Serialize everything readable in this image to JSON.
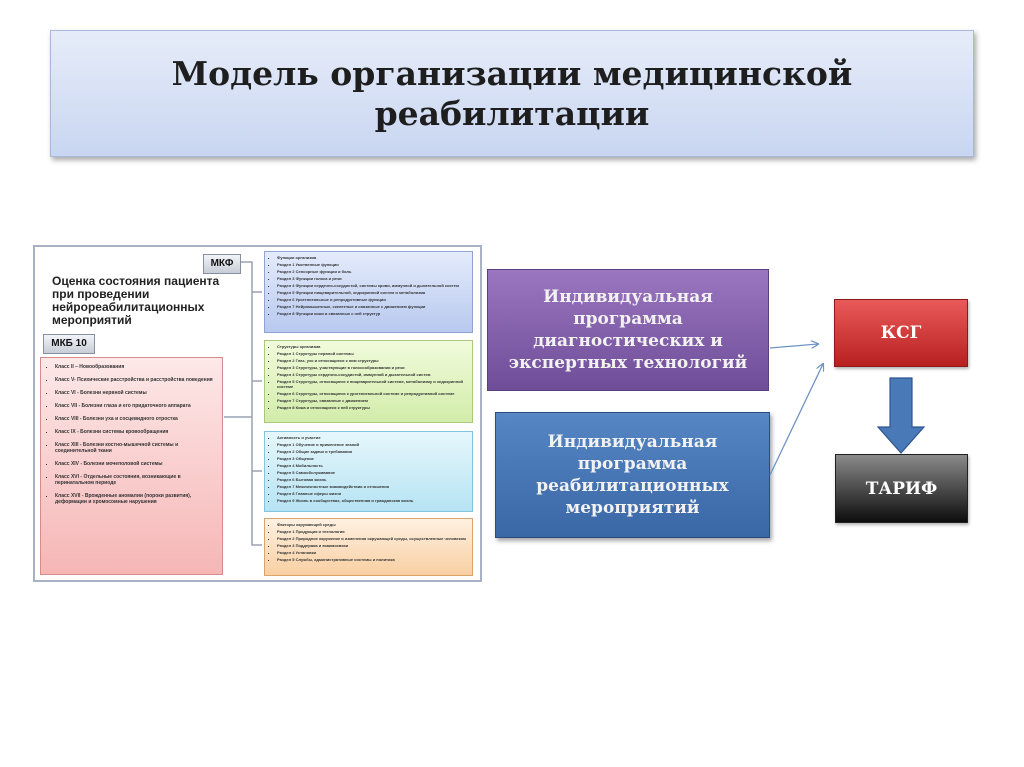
{
  "title": "Модель организации медицинской реабилитации",
  "assessment_text": "Оценка состояния пациента при проведении нейрореабилитационных мероприятий",
  "tags": {
    "mkf": "МКФ",
    "mkb": "МКБ 10"
  },
  "mkb_classes": [
    "Класс II – Новообразования",
    "Класс V- Психические расстройства и расстройства поведения",
    "Класс VI - Болезни нервной системы",
    "Класс VII - Болезни глаза и его придаточного аппарата",
    "Класс VIII - Болезни уха и сосцевидного отростка",
    "Класс IX - Болезни системы кровообращения",
    "Класс XIII - Болезни костно-мышечной системы и соединительной ткани",
    "Класс XIV - Болезни мочеполовой системы",
    "Класс XVI - Отдельные состояния, возникающие в перинатальном периоде",
    "Класс XVII - Врожденные аномалии (пороки развития), деформации и хромосомные нарушения"
  ],
  "categories": [
    {
      "items": [
        "Функции организма",
        "Раздел 1 Умственные функции",
        "Раздел 2 Сенсорные функции и боль",
        "Раздел 3 Функции голоса и речи",
        "Раздел 4 Функции сердечно-сосудистой, системы крови, иммунной и дыхательной систем",
        "Раздел 5 Функции пищеварительной, эндокринной систем и метаболизма",
        "Раздел 6 Урогенитальные и репродуктивные функции",
        "Раздел 7 Нейромышечные, скелетные и связанные с движением функции",
        "Раздел 8 Функции кожи и связанных с ней структур"
      ]
    },
    {
      "items": [
        "Структуры организма",
        "Раздел 1 Структуры нервной системы",
        "Раздел 2 Глаз, ухо и относящиеся к ним структуры",
        "Раздел 3 Структуры, участвующие в голосообразовании и речи",
        "Раздел 4 Структуры сердечно-сосудистой, иммунной и дыхательной систем",
        "Раздел 5 Структуры, относящиеся к пищеварительной системе, метаболизму и эндокринной системе",
        "Раздел 6 Структуры, относящиеся к урогенитальной системе и репродуктивной системе",
        "Раздел 7 Структуры, связанные с движением",
        "Раздел 8 Кожа и относящиеся к ней структуры"
      ]
    },
    {
      "items": [
        "Активность и участие",
        "Раздел 1 Обучение и применение знаний",
        "Раздел 2 Общие задачи и требования",
        "Раздел 3 Общение",
        "Раздел 4 Мобильность",
        "Раздел 5 Самообслуживание",
        "Раздел 6 Бытовая жизнь",
        "Раздел 7 Межличностные взаимодействия и отношения",
        "Раздел 8 Главные сферы жизни",
        "Раздел 9 Жизнь в сообществах, общественная и гражданская жизнь"
      ]
    },
    {
      "items": [
        "Факторы окружающей среды",
        "Раздел 1 Продукция и технология",
        "Раздел 2 Природное окружение и изменения окружающей среды, осуществленные человеком",
        "Раздел 3 Поддержка и взаимосвязи",
        "Раздел 4 Установки",
        "Раздел 5 Службы, административные системы и политика"
      ]
    }
  ],
  "boxes": {
    "diagnostic": "Индивидуальная программа диагностических и экспертных технологий",
    "rehab": "Индивидуальная программа реабилитационных мероприятий",
    "ksg": "КСГ",
    "tarif": "ТАРИФ"
  },
  "colors": {
    "diagnostic_box": "#7f5aa8",
    "rehab_box": "#4a76b6",
    "ksg_box": "#d13b3b",
    "tarif_box": "#2a2a2a",
    "down_arrow": "#4a79b8"
  }
}
